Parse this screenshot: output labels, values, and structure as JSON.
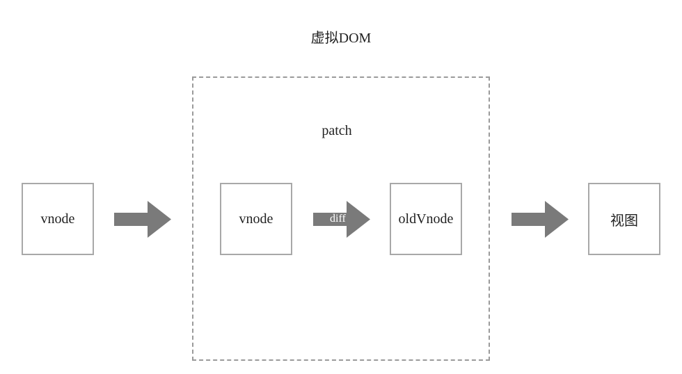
{
  "diagram": {
    "title": "虚拟DOM",
    "frame_label": "patch",
    "nodes": [
      {
        "label": "vnode"
      },
      {
        "label": "vnode"
      },
      {
        "label": "oldVnode"
      },
      {
        "label": "视图"
      }
    ],
    "arrows": [
      {
        "label": ""
      },
      {
        "label": "diff"
      },
      {
        "label": ""
      }
    ],
    "colors": {
      "box_border": "#a8a8a8",
      "frame_border": "#9a9a9a",
      "arrow_fill": "#7a7a7a",
      "text": "#222222"
    }
  }
}
